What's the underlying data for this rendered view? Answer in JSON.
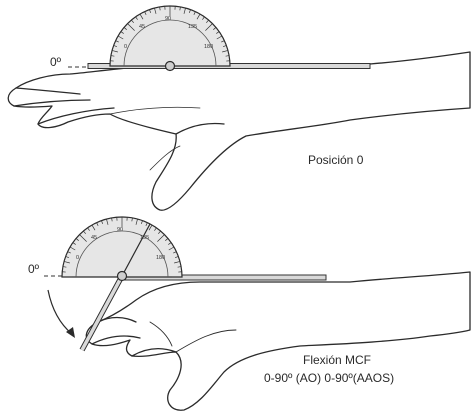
{
  "top_panel": {
    "zero_label": "0º",
    "caption": "Posición 0",
    "protractor_ticks": [
      "0",
      "45",
      "90",
      "135",
      "180"
    ]
  },
  "bottom_panel": {
    "zero_label": "0º",
    "caption_line1": "Flexión MCF",
    "caption_line2": "0-90º (AO) 0-90º(AAOS)",
    "protractor_ticks": [
      "0",
      "45",
      "90",
      "135",
      "180"
    ]
  }
}
